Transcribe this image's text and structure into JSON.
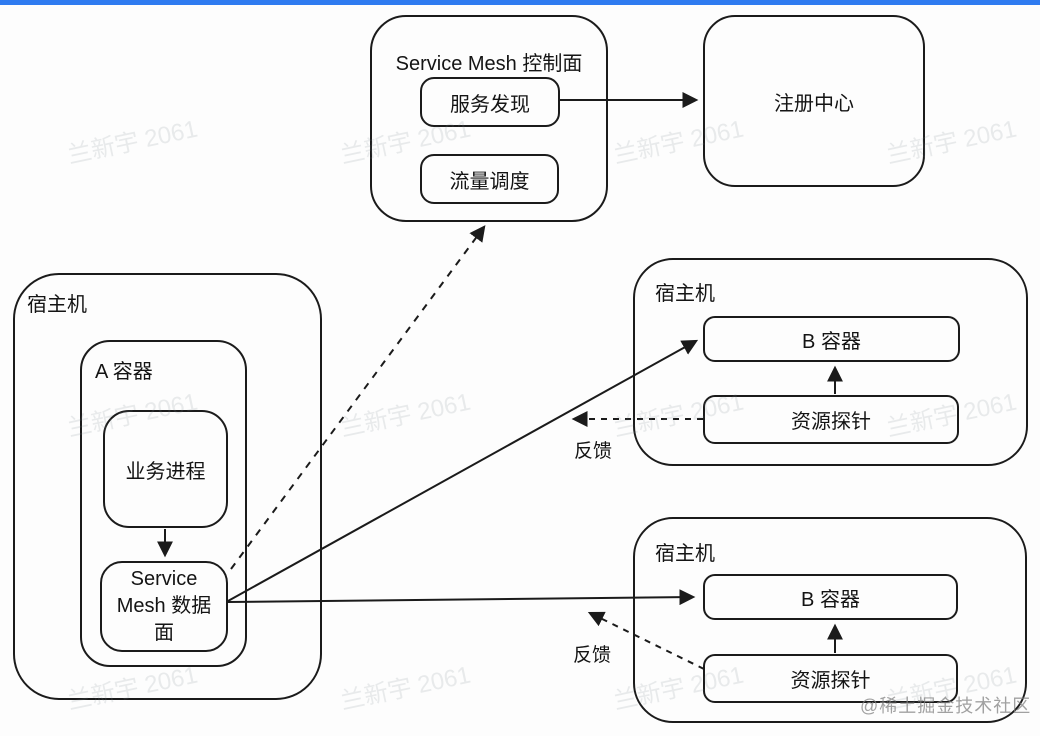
{
  "top_bar": {
    "color": "#2f7bf0"
  },
  "control_plane": {
    "title": "Service Mesh 控制面",
    "service_discovery": "服务发现",
    "traffic_scheduling": "流量调度"
  },
  "registry": {
    "label": "注册中心"
  },
  "host_a": {
    "label": "宿主机",
    "container_a": {
      "label": "A 容器",
      "business_process": "业务进程",
      "dataplane": "Service Mesh 数据面"
    }
  },
  "host_b1": {
    "label": "宿主机",
    "container_b": "B 容器",
    "probe": "资源探针",
    "feedback": "反馈"
  },
  "host_b2": {
    "label": "宿主机",
    "container_b": "B 容器",
    "probe": "资源探针",
    "feedback": "反馈"
  },
  "watermark": {
    "text": "兰新宇 2061"
  },
  "brand": {
    "text": "@稀土掘金技术社区"
  },
  "colors": {
    "line": "#1b1b1b",
    "box_fill": "#fdfdfd",
    "accent_bar": "#2f7bf0"
  }
}
